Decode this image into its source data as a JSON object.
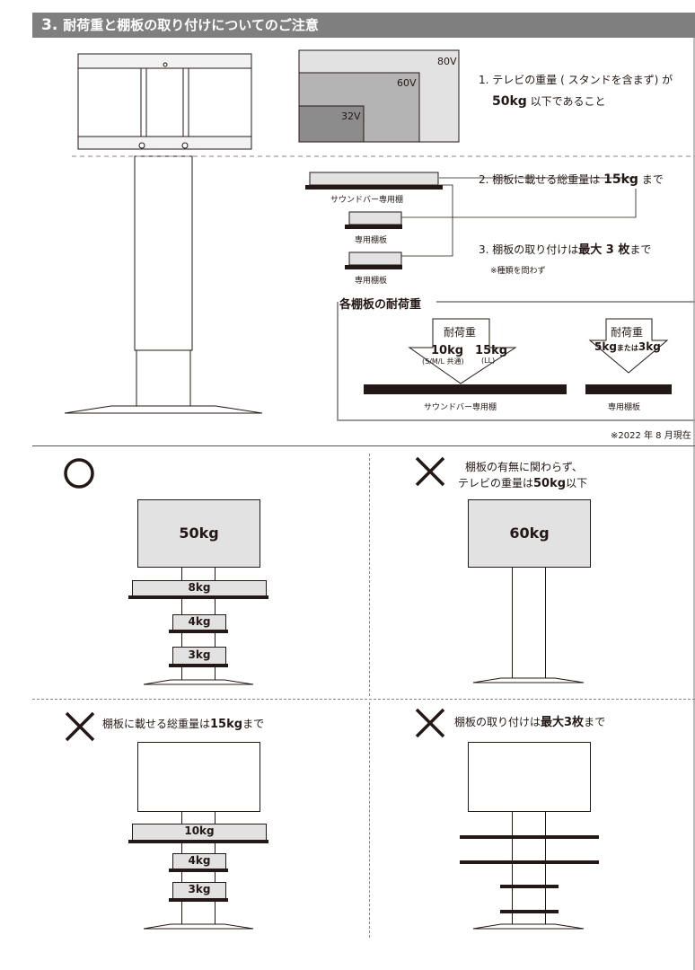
{
  "header": {
    "number": "3.",
    "title": "耐荷重と棚板の取り付けについてのご注意"
  },
  "tv_sizes": {
    "large": "80V",
    "medium": "60V",
    "small": "32V"
  },
  "note1": {
    "line1": "1. テレビの重量 ( スタンドを含まず) が",
    "value": "50kg",
    "line2": " 以下であること"
  },
  "shelves_diagram": {
    "soundbar_label": "サウンドバー専用棚",
    "shelf_label_1": "専用棚板",
    "shelf_label_2": "専用棚板"
  },
  "note2": {
    "prefix": "2. 棚板に載せる総重量は ",
    "value": "15kg",
    "suffix": " まで"
  },
  "note3": {
    "prefix": "3. 棚板の取り付けは",
    "value": "最大 3 枚",
    "suffix": "まで",
    "sub": "※種類を問わず"
  },
  "capacity": {
    "title": "各棚板の耐荷重",
    "arrow_label": "耐荷重",
    "soundbar_values": "10kg　15kg",
    "soundbar_sub1": "(S/M/L 共通)",
    "soundbar_sub2": "(LL)",
    "shelf_value_a": "5kg",
    "shelf_or": "または",
    "shelf_value_b": "3kg",
    "soundbar_label": "サウンドバー専用棚",
    "shelf_label": "専用棚板"
  },
  "date_note": "※2022 年 8 月現在",
  "example_ok": {
    "tv": "50kg",
    "shelf1": "8kg",
    "shelf2": "4kg",
    "shelf3": "3kg"
  },
  "example_ng_weight": {
    "caption_line1": "棚板の有無に関わらず、",
    "caption_pre": "テレビの重量は",
    "caption_value": "50kg",
    "caption_post": "以下",
    "tv": "60kg"
  },
  "example_ng_total": {
    "caption_pre": "棚板に載せる総重量は",
    "caption_value": "15kg",
    "caption_post": "まで",
    "shelf1": "10kg",
    "shelf2": "4kg",
    "shelf3": "3kg"
  },
  "example_ng_count": {
    "caption_pre": "棚板の取り付けは",
    "caption_value": "最大3枚",
    "caption_post": "まで"
  },
  "colors": {
    "header_bg": "#7f7f7f",
    "ink": "#231815",
    "fill_light": "#e2e2e2",
    "fill_mid": "#b4b4b4",
    "fill_dark": "#8c8c8c"
  }
}
